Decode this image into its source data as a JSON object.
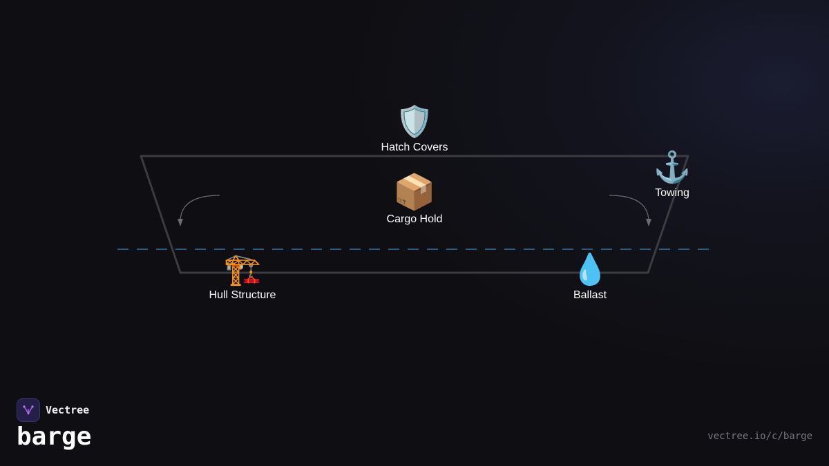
{
  "diagram": {
    "nodes": {
      "hatch_covers": {
        "icon": "shield-icon",
        "glyph": "🛡️",
        "label": "Hatch Covers"
      },
      "cargo_hold": {
        "icon": "package-icon",
        "glyph": "📦",
        "label": "Cargo Hold"
      },
      "towing": {
        "icon": "anchor-icon",
        "glyph": "⚓",
        "label": "Towing"
      },
      "hull_structure": {
        "icon": "crane-icon",
        "glyph": "🏗️",
        "label": "Hull Structure"
      },
      "ballast": {
        "icon": "droplet-icon",
        "glyph": "💧",
        "label": "Ballast"
      }
    },
    "colors": {
      "hull_outline": "#3c3c40",
      "waterline": "#2c5a80",
      "arrow": "#6c6c72"
    }
  },
  "footer": {
    "brand_name": "Vectree",
    "brand_icon": "vectree-logo-icon",
    "title": "barge",
    "url": "vectree.io/c/barge"
  }
}
